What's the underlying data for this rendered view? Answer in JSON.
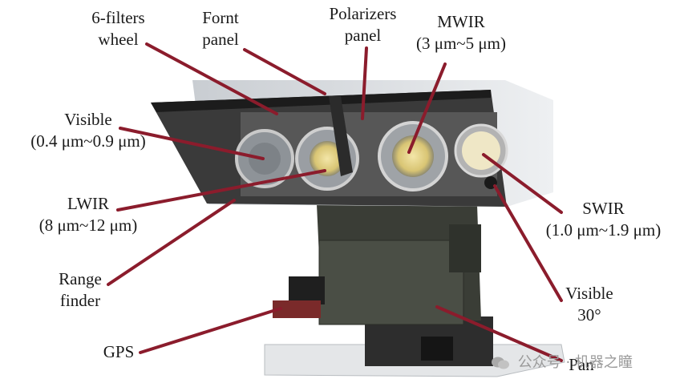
{
  "labels": {
    "filters_wheel": [
      "6-filters",
      "wheel"
    ],
    "front_panel": [
      "Fornt",
      "panel"
    ],
    "polarizers_panel": [
      "Polarizers",
      "panel"
    ],
    "mwir": [
      "MWIR",
      "(3 μm~5 μm)"
    ],
    "visible": [
      "Visible",
      "(0.4 μm~0.9 μm)"
    ],
    "lwir": [
      "LWIR",
      "(8 μm~12 μm)"
    ],
    "range_finder": [
      "Range",
      "finder"
    ],
    "gps": "GPS",
    "swir": [
      "SWIR",
      "(1.0 μm~1.9 μm)"
    ],
    "visible_30": [
      "Visible",
      "30°"
    ],
    "pan": "Pan"
  },
  "watermark": "公众号 · 机器之瞳",
  "colors": {
    "leader_line": "#8b1c2c",
    "housing_dark": "#2b2b2b",
    "housing_light": "#d9dde2",
    "lens_yellow": "#e6d48a",
    "gimbal": "#3c4038"
  }
}
